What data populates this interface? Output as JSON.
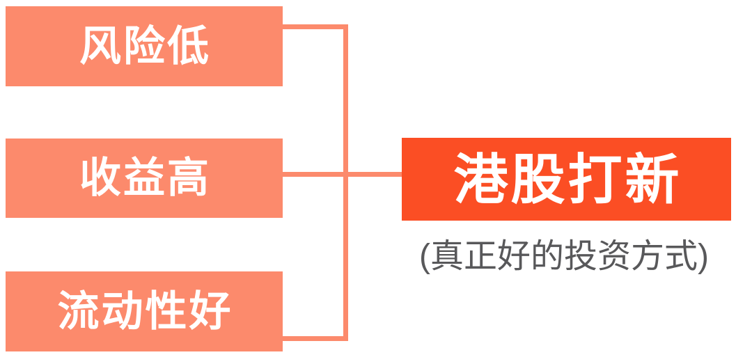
{
  "diagram": {
    "factors": [
      {
        "label": "风险低"
      },
      {
        "label": "收益高"
      },
      {
        "label": "流动性好"
      }
    ],
    "result": {
      "title": "港股打新",
      "subtitle": "(真正好的投资方式)"
    },
    "colors": {
      "background": "#FFFFFF",
      "factor_bg": "#FC8A6C",
      "connector": "#FC8A6C",
      "result_bg": "#FB4E24",
      "text_on_box": "#FFFFFF",
      "subtitle_text": "#58585A"
    }
  }
}
